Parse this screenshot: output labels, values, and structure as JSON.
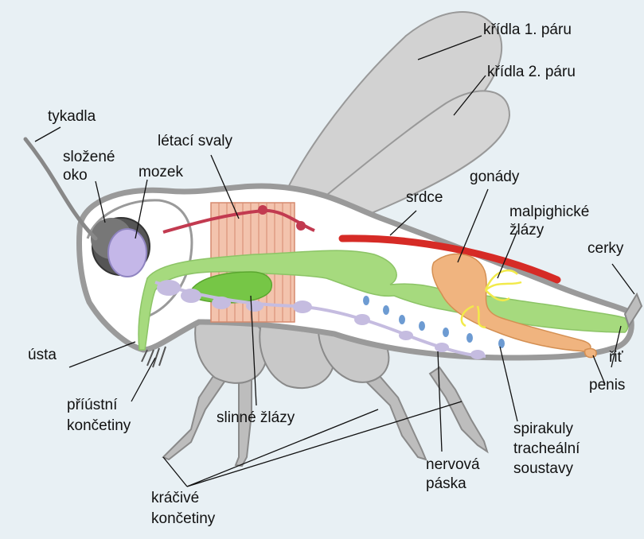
{
  "labels": {
    "wings_pair1": "křídla 1. páru",
    "wings_pair2": "křídla 2. páru",
    "antennae": "tykadla",
    "compound_eye_line1": "složené",
    "compound_eye_line2": "oko",
    "brain": "mozek",
    "flight_muscles": "létací svaly",
    "heart": "srdce",
    "gonads": "gonády",
    "malpighian_line1": "malpighické",
    "malpighian_line2": "žlázy",
    "cerci": "cerky",
    "mouth": "ústa",
    "anus": "řiť",
    "penis": "penis",
    "mouthparts_line1": "příústní",
    "mouthparts_line2": "končetiny",
    "salivary_glands": "slinné žlázy",
    "walking_legs_line1": "kráčivé",
    "walking_legs_line2": "končetiny",
    "nerve_cord_line1": "nervová",
    "nerve_cord_line2": "páska",
    "spiracles_line1": "spirakuly",
    "spiracles_line2": "tracheální",
    "spiracles_line3": "soustavy"
  },
  "colors": {
    "background": "#e8f0f4",
    "wing": "#d2d2d2",
    "body_outline": "#9a9a9a",
    "body_interior": "#ffffff",
    "gut": "#a6da7e",
    "heart": "#d62b26",
    "aorta": "#c23a50",
    "muscle": "#f3c3ad",
    "nerve": "#c5bce0",
    "gonad": "#f0b47f",
    "malpighian": "#f2ea4a",
    "spiracle": "#6d9bd2",
    "eye": "#555555",
    "brain": "#c4b7e8",
    "salivary": "#76c646"
  }
}
